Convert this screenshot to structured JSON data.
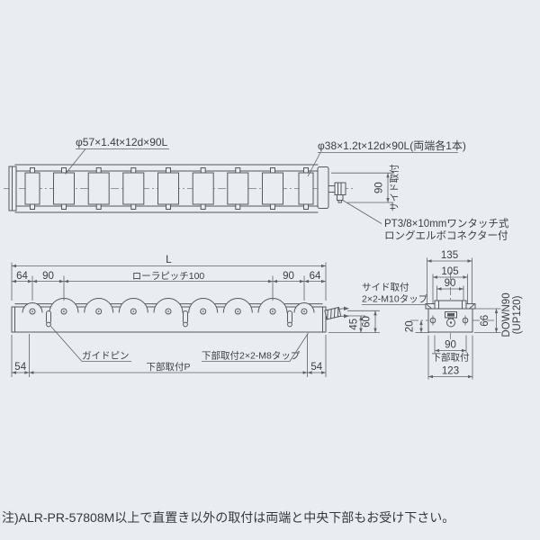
{
  "colors": {
    "background": "#e9edf2",
    "line": "#54585f",
    "dimension_line": "#5d626a",
    "text": "#3b3e44"
  },
  "top_view": {
    "roller_label": "φ57×1.4t×12d×90L",
    "end_roller_label": "φ38×1.2t×12d×90L(両端各1本)",
    "side_mount_value": "90",
    "side_mount_label": "サイド取付",
    "connector_line1": "PT3/8×10mmワンタッチ式",
    "connector_line2": "ロングエルボコネクター付"
  },
  "side_view": {
    "length": "L",
    "left_end_offset": "64",
    "left_end_pitch": "90",
    "pitch_label": "ローラピッチ100",
    "right_end_pitch": "90",
    "right_end_offset": "64",
    "guide_pin": "ガイドピン",
    "bottom_tap": "下部取付2×2-M8タップ",
    "bottom_left_offset": "54",
    "bottom_pitch": "下部取付P",
    "bottom_right_offset": "54",
    "dim_45": "45",
    "dim_60": "60",
    "side_tap_line1": "サイド取付",
    "side_tap_line2": "2×2-M10タップ"
  },
  "end_view": {
    "dim_135": "135",
    "dim_105": "105",
    "dim_90": "90",
    "dim_20": "20",
    "dim_66": "66",
    "down": "DOWN90",
    "up": "(UP120)",
    "bottom_dim_90": "90",
    "bottom_mount": "下部取付",
    "dim_123": "123"
  },
  "note": "注)ALR-PR-57808M以上で直置き以外の取付は両端と中央下部もお受け下さい。"
}
